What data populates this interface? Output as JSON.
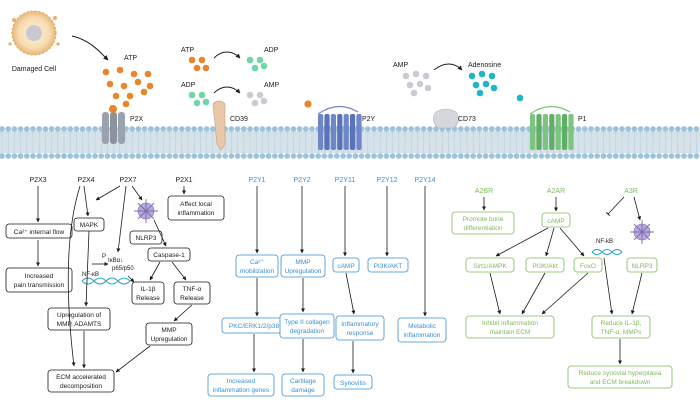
{
  "colors": {
    "black": "#1a1a1a",
    "blue": "#3b8fd0",
    "green": "#7cba5a",
    "orange": "#e8862b",
    "mint": "#6fd6a8",
    "grey": "#c8ccd2",
    "cyan": "#1fb5c9",
    "membrane_head": "#9fc4da",
    "membrane_tail": "#d6e2ea",
    "p2x": "#9aa3ad",
    "cd39": "#e8c8a6",
    "p2y": "#6f86c9",
    "cd73": "#d4d8dc",
    "p1": "#7cc47f"
  },
  "top": {
    "damaged_cell": "Damaged Cell",
    "atp": "ATP",
    "cd39_atp": "ATP",
    "cd39_adp": "ADP",
    "cd39_adp2": "ADP",
    "cd39_amp": "AMP",
    "cd73_amp": "AMP",
    "adenosine": "Adenosine"
  },
  "receptors": {
    "p2x": "P2X",
    "cd39": "CD39",
    "p2y": "P2Y",
    "cd73": "CD73",
    "p1": "P1"
  },
  "p2x_pathway": {
    "p2x3": "P2X3",
    "p2x4": "P2X4",
    "p2x7": "P2X7",
    "p2x1": "P2X1",
    "ca_flow": "Ca²⁺ internal flow",
    "pain": [
      "Increased",
      "pain transmission"
    ],
    "affect": [
      "Affect local",
      "inflammation"
    ],
    "mapk": "MAPK",
    "nlrp3": "NLRP3",
    "caspase": "Caspase-1",
    "p_label": "P",
    "ikba": "IκBα↓",
    "p65": "p65/p50",
    "nfkb": "NF-κB",
    "il1b": [
      "IL-1β",
      "Release"
    ],
    "tnfa": [
      "TNF-α",
      "Release"
    ],
    "mmp_up": [
      "MMP",
      "Upregulation"
    ],
    "upreg_mmp": [
      "Upregulation of",
      "MMP, ADAMTS"
    ],
    "ecm": [
      "ECM accelerated",
      "decomposition"
    ]
  },
  "p2y_pathway": {
    "p2y1": "P2Y1",
    "p2y2": "P2Y2",
    "p2y11": "P2Y11",
    "p2y12": "P2Y12",
    "p2y14": "P2Y14",
    "ca_mob": [
      "Ca²⁺",
      "mobilization"
    ],
    "mmp_up": [
      "MMP",
      "Upregulation"
    ],
    "camp": "cAMP",
    "pi3k": "PI3K/AKT",
    "pkc": "PKC/ERK1/2/p38",
    "collagen": [
      "Type II collagen",
      "degradation"
    ],
    "inflam_resp": [
      "Inflammatory",
      "response"
    ],
    "metabolic": [
      "Metabolic",
      "inflammation"
    ],
    "genes": [
      "Increased",
      "inflammation genes"
    ],
    "cartilage": [
      "Cartilage",
      "damage"
    ],
    "synovitis": "Synovitis"
  },
  "p1_pathway": {
    "a2br": "A2BR",
    "a2ar": "A2AR",
    "a3r": "A3R",
    "bone": [
      "Promote bone",
      "differentiation"
    ],
    "camp": "cAMP",
    "sirt": "Sirt1/AMPK",
    "pi3k": "PI3K/Akt",
    "foxo": "FoxO",
    "nfkb": "NF-kB",
    "nlrp3": "NLRP3",
    "inhibit": [
      "Inhibit inflammation",
      "maintain ECM"
    ],
    "reduce_il": [
      "Reduce IL-1β,",
      "TNF-α, MMPs"
    ],
    "reduce_syn": [
      "Reduce synovial hyperplasia",
      "and ECM breakdown"
    ]
  }
}
